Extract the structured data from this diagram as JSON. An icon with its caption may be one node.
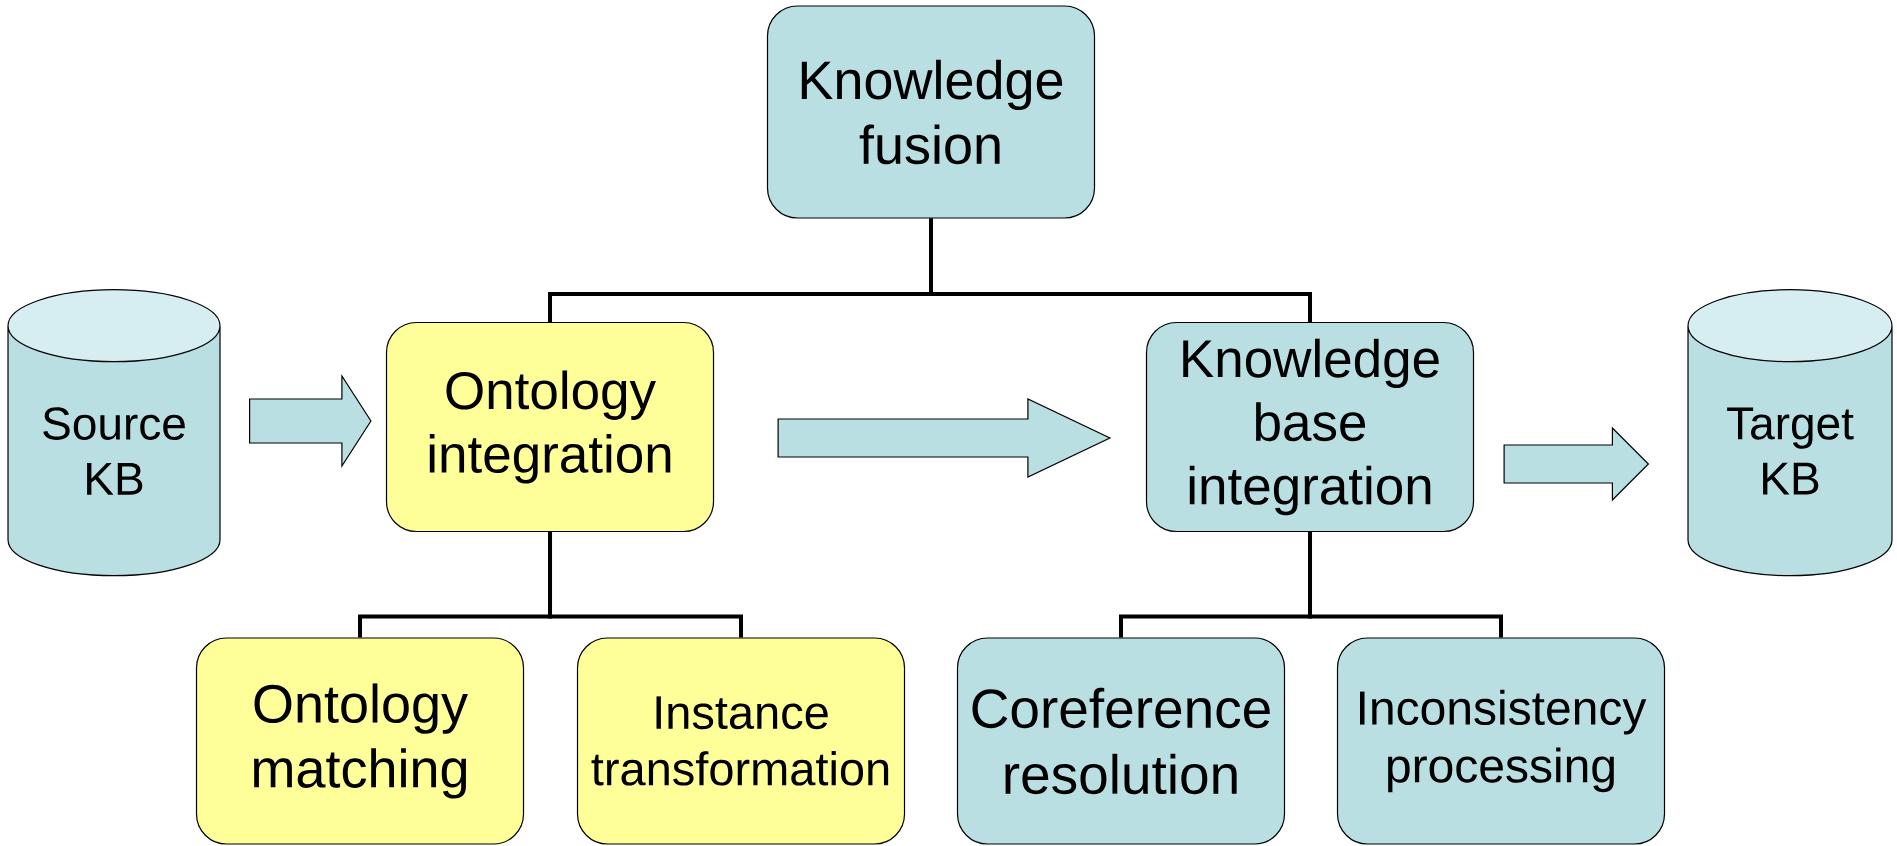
{
  "diagram": {
    "nodes": [
      {
        "text": [
          "Knowledge fusion"
        ]
      },
      {
        "text": [
          "Source KB"
        ]
      },
      {
        "text": [
          "Ontology integration"
        ]
      },
      {
        "text": [
          "Knowledge base integration"
        ]
      },
      {
        "text": [
          "Target KB"
        ]
      },
      {
        "text": [
          "Ontology matching"
        ]
      },
      {
        "text": [
          "Instance transformation"
        ]
      },
      {
        "text": [
          "Coreference resolution"
        ]
      },
      {
        "text": [
          "Inconsistency processing"
        ]
      }
    ],
    "edges": [
      {
        "from": 0,
        "to": 2,
        "arrow": "none"
      },
      {
        "from": 0,
        "to": 3,
        "arrow": "none"
      },
      {
        "from": 2,
        "to": 5,
        "arrow": "none"
      },
      {
        "from": 2,
        "to": 6,
        "arrow": "none"
      },
      {
        "from": 3,
        "to": 7,
        "arrow": "none"
      },
      {
        "from": 3,
        "to": 8,
        "arrow": "none"
      },
      {
        "from": 1,
        "to": 2,
        "arrow": "to"
      },
      {
        "from": 2,
        "to": 3,
        "arrow": "to"
      },
      {
        "from": 3,
        "to": 4,
        "arrow": "to"
      }
    ]
  }
}
